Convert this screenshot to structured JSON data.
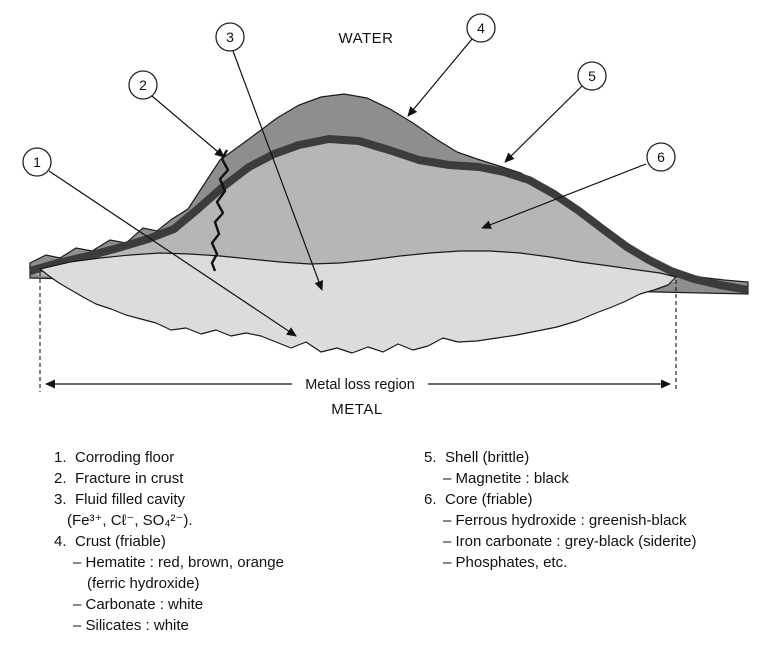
{
  "diagram": {
    "water_label": "WATER",
    "metal_label": "METAL",
    "metal_loss_label": "Metal loss region",
    "callout_numbers": [
      "1",
      "2",
      "3",
      "4",
      "5",
      "6"
    ]
  },
  "legend": {
    "items": [
      {
        "num": "1.",
        "label": "Corroding floor"
      },
      {
        "num": "2.",
        "label": "Fracture in crust"
      },
      {
        "num": "3.",
        "label": "Fluid filled cavity",
        "line2": "(Fe³⁺, Cℓ⁻, SO₄²⁻)."
      },
      {
        "num": "4.",
        "label": "Crust (friable)",
        "subs": [
          "– Hematite : red, brown, orange",
          "(ferric hydroxide)",
          "– Carbonate : white",
          "– Silicates : white"
        ]
      },
      {
        "num": "5.",
        "label": "Shell (brittle)",
        "subs": [
          "– Magnetite : black"
        ]
      },
      {
        "num": "6.",
        "label": "Core (friable)",
        "subs": [
          "– Ferrous hydroxide : greenish-black",
          "– Iron carbonate : grey-black (siderite)",
          "– Phosphates, etc."
        ]
      }
    ]
  },
  "colors": {
    "crust": "#8e8e8e",
    "shell": "#3c3c3c",
    "core": "#b6b6b6",
    "cavity": "#dcdcdc",
    "outline": "#1a1a1a"
  }
}
